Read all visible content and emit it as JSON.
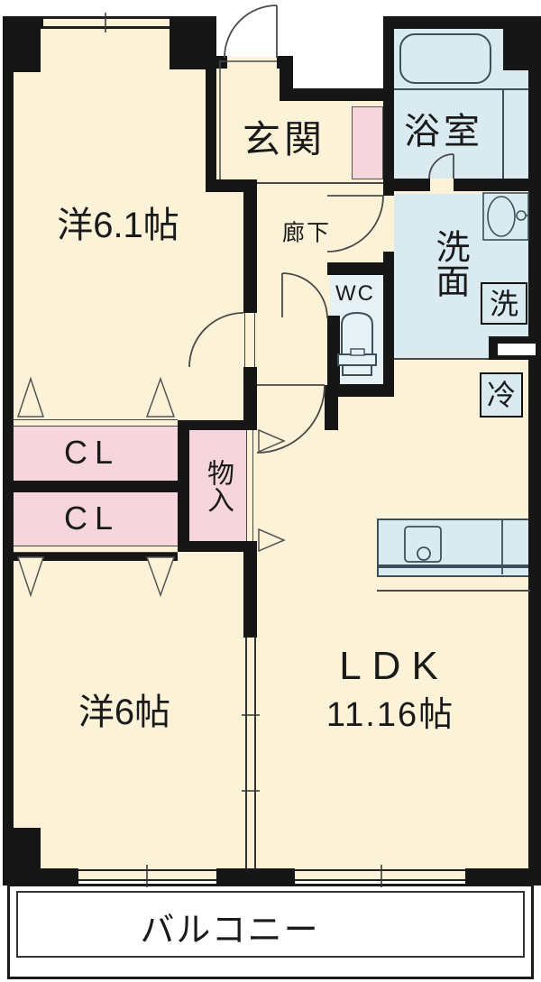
{
  "floor_plan": {
    "rooms": {
      "western_room_1": {
        "label": "洋6.1帖"
      },
      "western_room_2": {
        "label": "洋6帖"
      },
      "ldk": {
        "label": "LDK",
        "size_label": "11.16帖"
      },
      "entrance": {
        "label": "玄関"
      },
      "bathroom": {
        "label": "浴室"
      },
      "hallway": {
        "label": "廊下"
      },
      "toilet": {
        "label": "WC"
      },
      "washroom": {
        "label": "洗面"
      },
      "washer_space": {
        "label": "洗"
      },
      "refrigerator_space": {
        "label": "冷"
      },
      "closet_upper": {
        "label": "CL"
      },
      "closet_lower": {
        "label": "CL"
      },
      "storage": {
        "label": "物入"
      },
      "balcony": {
        "label": "バルコニー"
      }
    },
    "colors": {
      "floor_cream": "#FBF2D8",
      "wet_area_blue": "#D9EBF1",
      "toilet_floor": "#E6F1F6",
      "closet_pink": "#F6D5DD",
      "wall_black": "#161616",
      "line_gray": "#4a4a4a",
      "balcony_white": "#FFFFFF"
    }
  }
}
